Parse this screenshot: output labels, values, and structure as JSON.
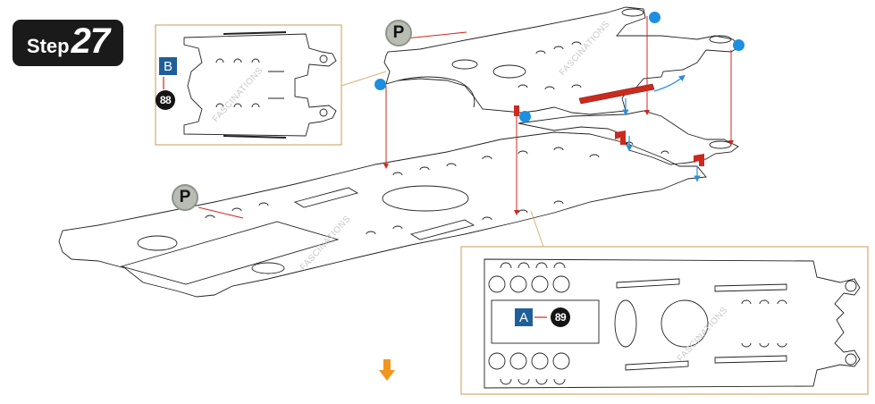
{
  "step": {
    "word": "Step",
    "number": "27"
  },
  "callouts": {
    "p_label": "P",
    "part_b": {
      "letter": "B",
      "number": "88"
    },
    "part_a": {
      "letter": "A",
      "number": "89"
    }
  },
  "watermark": "FASCINATIONS",
  "colors": {
    "inset_border": "#d6b27a",
    "leader_red": "#cc2a1e",
    "blue_dot": "#1d8fe0",
    "blue_arrow": "#2a8ed8",
    "next_arrow": "#f0961e",
    "part_square": "#1f5f99"
  },
  "icons": [
    "next-step-arrow-icon",
    "blue-dot-icon"
  ]
}
